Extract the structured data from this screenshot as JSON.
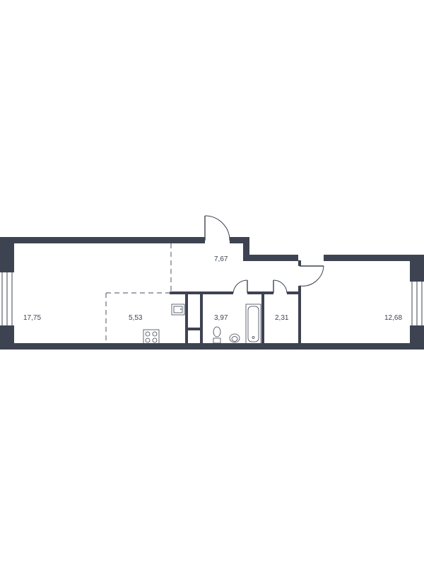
{
  "plan": {
    "rooms": [
      {
        "id": "living-room",
        "area": "17,75"
      },
      {
        "id": "kitchen",
        "area": "5,53"
      },
      {
        "id": "hallway",
        "area": "7,67"
      },
      {
        "id": "bathroom",
        "area": "3,97"
      },
      {
        "id": "storage",
        "area": "2,31"
      },
      {
        "id": "bedroom",
        "area": "12,68"
      }
    ],
    "colors": {
      "wall": "#3d4351",
      "background": "#ffffff"
    }
  }
}
